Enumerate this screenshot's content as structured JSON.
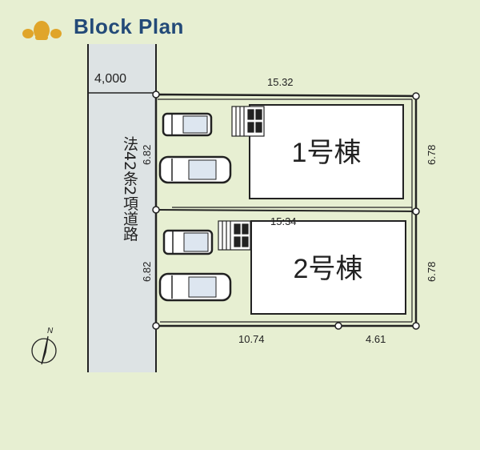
{
  "header": {
    "title": "Block Plan",
    "logo_icon": "lotus-icon"
  },
  "road": {
    "label": "法42条2項道路",
    "width": "4,000"
  },
  "lots": [
    {
      "name": "1号棟",
      "frontage": "6.82",
      "rear": "6.78",
      "depth": "15.32"
    },
    {
      "name": "2号棟",
      "frontage": "6.82",
      "rear": "6.78",
      "depth": "15:34"
    }
  ],
  "bottom_dims": [
    "10.74",
    "4.61"
  ],
  "compass": {
    "label": "N"
  },
  "colors": {
    "background": "#e7efd2",
    "title": "#234a78",
    "road": "#dde3e4",
    "logo": "#e0a52a"
  }
}
